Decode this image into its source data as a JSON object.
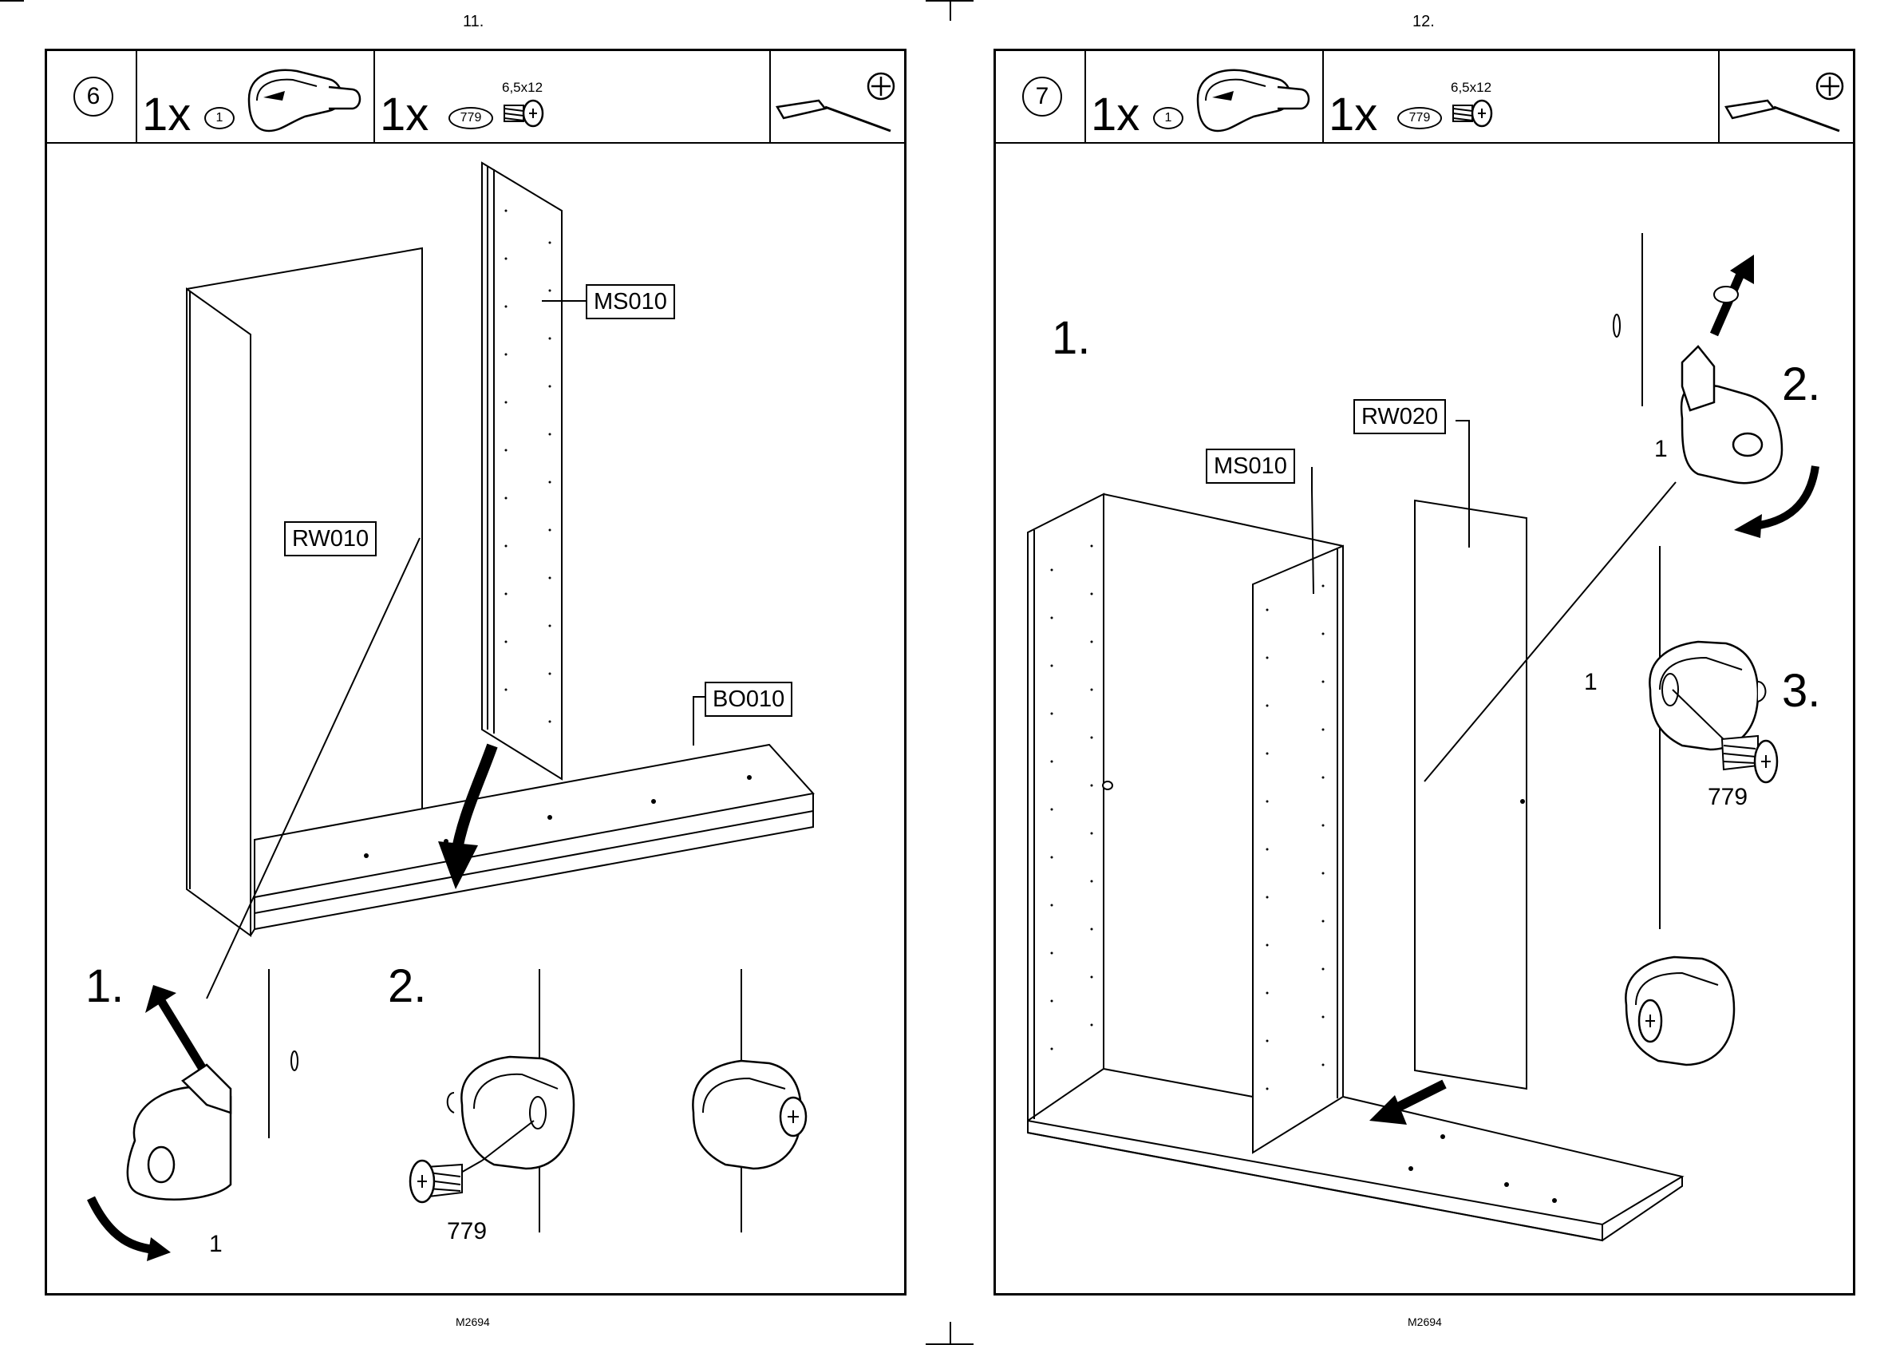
{
  "pages": [
    {
      "page_number": "11.",
      "step_number": "6",
      "items": [
        {
          "qty": "1x",
          "part": "1"
        },
        {
          "qty": "1x",
          "part": "779",
          "spec": "6,5x12"
        }
      ],
      "labels": {
        "ms": "MS010",
        "rw": "RW010",
        "bo": "BO010"
      },
      "substeps": [
        "1.",
        "2."
      ],
      "part_numbers": {
        "one": "1",
        "screw": "779"
      },
      "footer": "M2694"
    },
    {
      "page_number": "12.",
      "step_number": "7",
      "items": [
        {
          "qty": "1x",
          "part": "1"
        },
        {
          "qty": "1x",
          "part": "779",
          "spec": "6,5x12"
        }
      ],
      "labels": {
        "rw": "RW020",
        "ms": "MS010"
      },
      "substeps": [
        "1.",
        "2.",
        "3."
      ],
      "part_numbers": {
        "one_a": "1",
        "one_b": "1",
        "screw": "779"
      },
      "footer": "M2694"
    }
  ]
}
